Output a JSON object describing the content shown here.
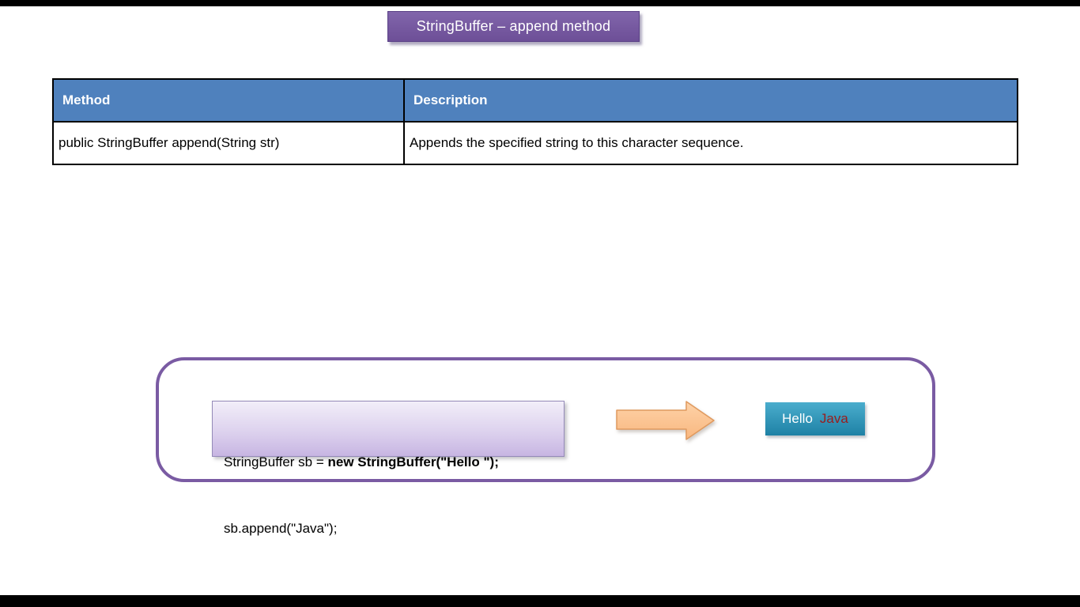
{
  "slide": {
    "title": "StringBuffer – append method"
  },
  "table": {
    "headers": [
      "Method",
      "Description"
    ],
    "rows": [
      [
        "public StringBuffer append(String str)",
        "Appends the specified string to this character sequence."
      ]
    ]
  },
  "example": {
    "code_line1_regular": "StringBuffer sb = ",
    "code_line1_bold": "new StringBuffer(\"Hello \");",
    "code_line2": "sb.append(\"Java\");",
    "result_part1": "Hello",
    "result_part2": "Java"
  },
  "colors": {
    "letterbox": "#000000",
    "title_bg_top": "#8165ab",
    "title_bg_bottom": "#6d4f97",
    "title_border": "#5a4187",
    "table_header_bg": "#4f81bd",
    "container_border": "#7a5ba3",
    "code_bg_top": "#f2eef9",
    "code_bg_bottom": "#c7b5e2",
    "code_border": "#948ab8",
    "arrow_fill_top": "#fdd2a8",
    "arrow_fill_bottom": "#f9b77f",
    "arrow_stroke": "#e09a5f",
    "result_bg_top": "#4aadcd",
    "result_bg_bottom": "#1e81a5",
    "java_text": "#9b1c1c"
  }
}
